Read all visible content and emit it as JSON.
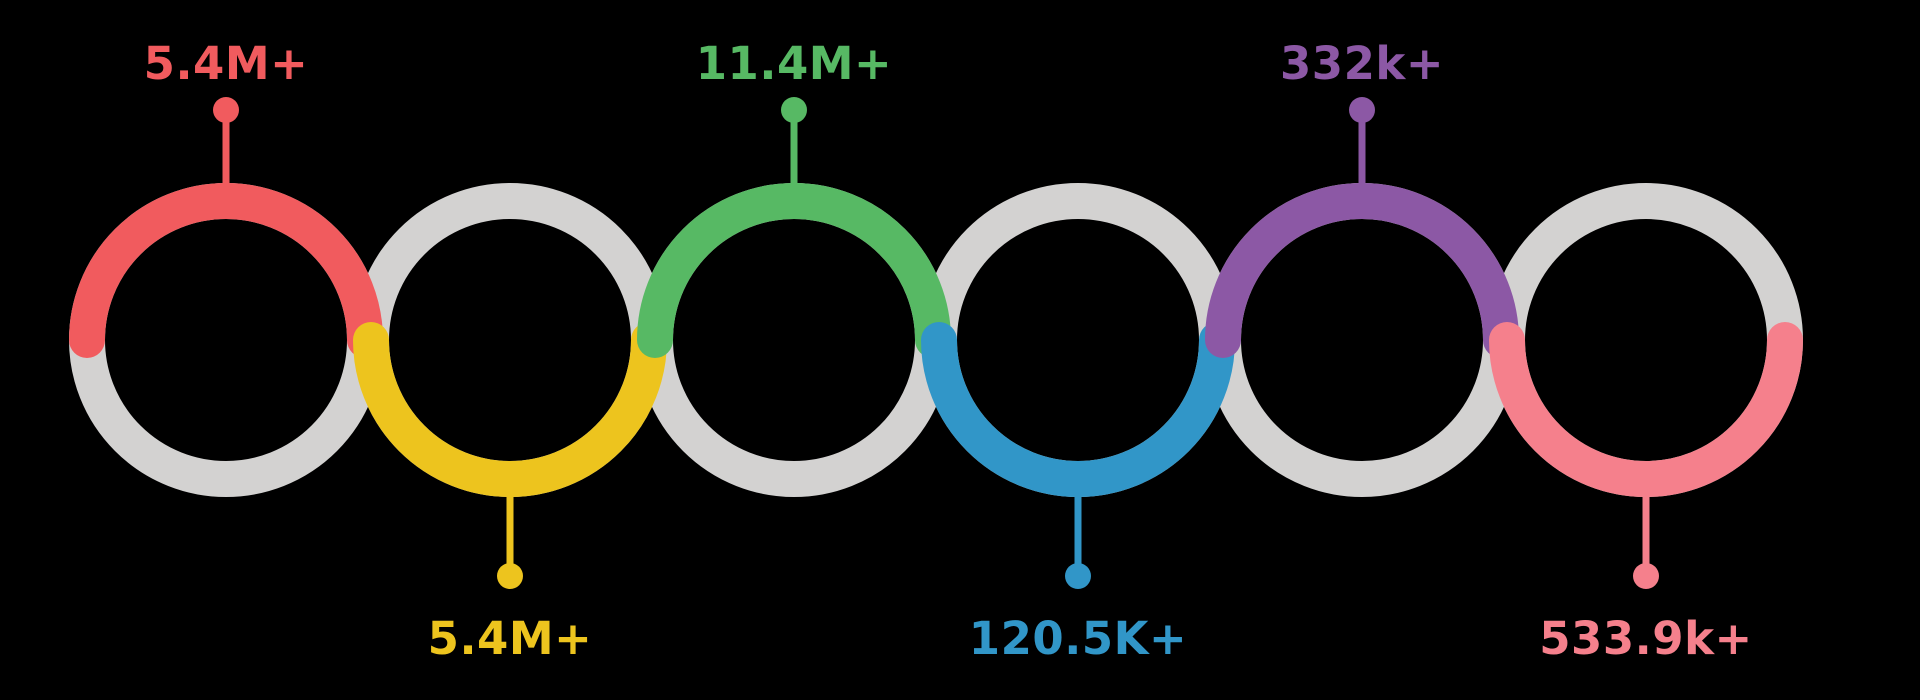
{
  "background_color": "#000000",
  "chart_data": {
    "type": "ring-infographic",
    "title": "",
    "track_color": "#D3D2D1",
    "legend_position": "none",
    "rings": [
      {
        "label": "5.4M+",
        "value_numeric": 5400000,
        "color": "#F15B5E",
        "label_position": "top",
        "highlight_arc": "top-half"
      },
      {
        "label": "5.4M+",
        "value_numeric": 5400000,
        "color": "#EDC41E",
        "label_position": "bottom",
        "highlight_arc": "bottom-half"
      },
      {
        "label": "11.4M+",
        "value_numeric": 11400000,
        "color": "#57B964",
        "label_position": "top",
        "highlight_arc": "top-half"
      },
      {
        "label": "120.5K+",
        "value_numeric": 120500,
        "color": "#3196C8",
        "label_position": "bottom",
        "highlight_arc": "bottom-half"
      },
      {
        "label": "332k+",
        "value_numeric": 332000,
        "color": "#8C58A5",
        "label_position": "top",
        "highlight_arc": "top-half"
      },
      {
        "label": "533.9k+",
        "value_numeric": 533900,
        "color": "#F5808C",
        "label_position": "bottom",
        "highlight_arc": "bottom-half"
      }
    ]
  }
}
